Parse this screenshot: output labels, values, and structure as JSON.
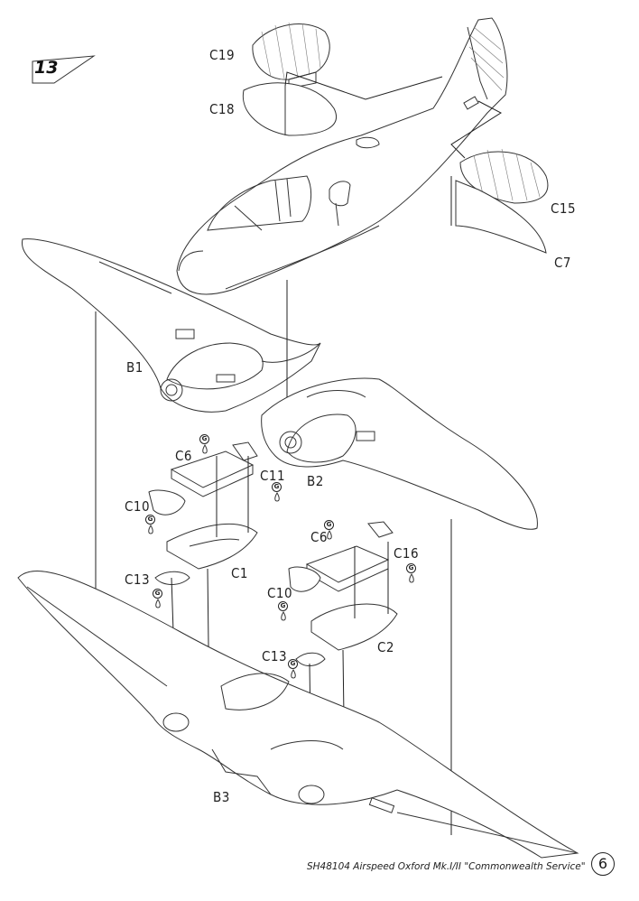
{
  "step_number": "13",
  "parts": {
    "c19": "C19",
    "c18": "C18",
    "c15": "C15",
    "c7": "C7",
    "b1": "B1",
    "b2": "B2",
    "b3": "B3",
    "c6_left": "C6",
    "c6_right": "C6",
    "c11": "C11",
    "c10_left": "C10",
    "c10_right": "C10",
    "c1": "C1",
    "c2": "C2",
    "c13_left": "C13",
    "c13_right": "C13",
    "c16": "C16"
  },
  "glue_symbol": "G",
  "footer": "SH48104  Airspeed Oxford Mk.I/II \"Commonwealth Service\"",
  "page_number": "6"
}
